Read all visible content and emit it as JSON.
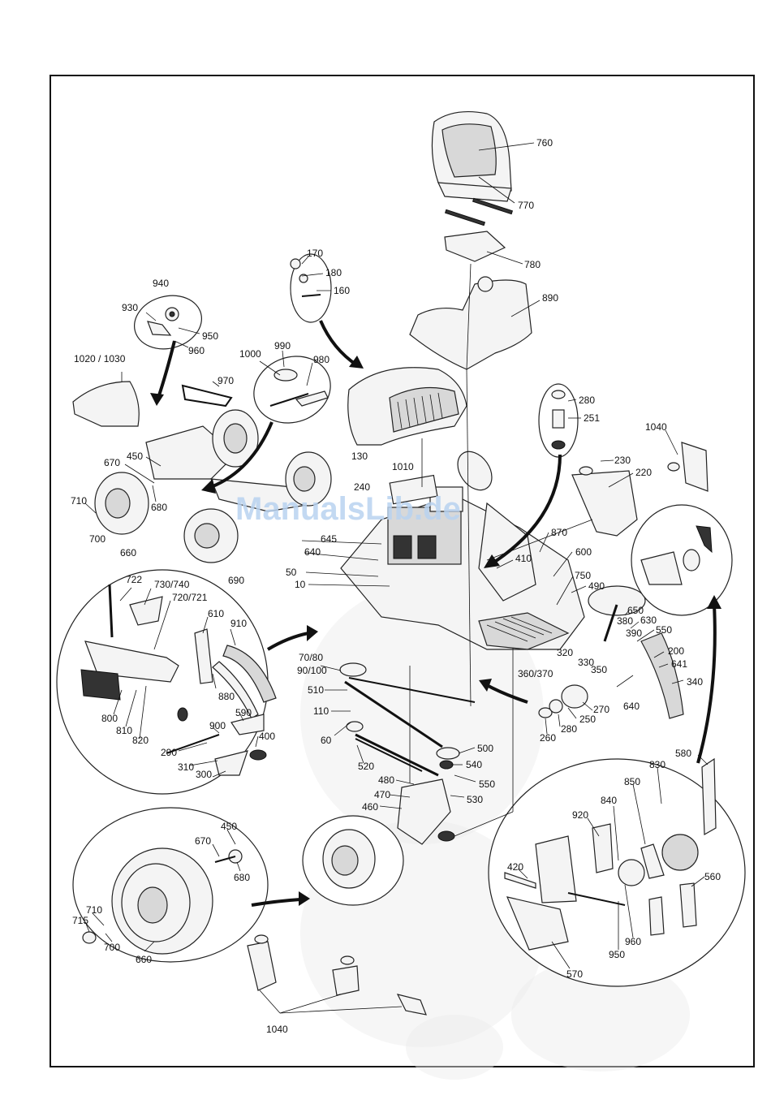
{
  "watermark": "ManualsLib.de",
  "colors": {
    "watermark": "#b9d3f0",
    "ink": "#111111",
    "ghost": "#ececec"
  },
  "labels": {
    "l760": "760",
    "l770": "770",
    "l780": "780",
    "l890": "890",
    "l170": "170",
    "l180": "180",
    "l160": "160",
    "l940": "940",
    "l930": "930",
    "l950": "950",
    "l960": "960",
    "l1000": "1000",
    "l990": "990",
    "l980": "980",
    "l1020_1030": "1020 / 1030",
    "l970": "970",
    "l130": "130",
    "l1010": "1010",
    "l240": "240",
    "l280": "280",
    "l251": "251",
    "l1040a": "1040",
    "l230": "230",
    "l220": "220",
    "l450": "450",
    "l670": "670",
    "l680": "680",
    "l710": "710",
    "l700": "700",
    "l660": "660",
    "l690": "690",
    "l645": "645",
    "l640": "640",
    "l50": "50",
    "l10": "10",
    "l870": "870",
    "l600": "600",
    "l410": "410",
    "l750": "750",
    "l490": "490",
    "l650": "650",
    "l630": "630",
    "l380": "380",
    "l390": "390",
    "l550": "550",
    "l200": "200",
    "l641": "641",
    "l340": "340",
    "l320": "320",
    "l330": "330",
    "l350": "350",
    "l360_370": "360/370",
    "l270": "270",
    "l250": "250",
    "l640b": "640",
    "l260": "260",
    "l280b": "280",
    "l722": "722",
    "l730_740": "730/740",
    "l720_721": "720/721",
    "l610": "610",
    "l910": "910",
    "l880": "880",
    "l590": "590",
    "l900": "900",
    "l400": "400",
    "l290": "290",
    "l310": "310",
    "l300": "300",
    "l800": "800",
    "l810": "810",
    "l820": "820",
    "l70_80": "70/80",
    "l90_100": "90/100",
    "l510": "510",
    "l110": "110",
    "l60": "60",
    "l500": "500",
    "l540": "540",
    "l550b": "550",
    "l520": "520",
    "l480": "480",
    "l470": "470",
    "l530": "530",
    "l460": "460",
    "l580": "580",
    "l830": "830",
    "l850": "850",
    "l840": "840",
    "l920": "920",
    "l420": "420",
    "l560": "560",
    "l960b": "960",
    "l950b": "950",
    "l570": "570",
    "l450b": "450",
    "l670b": "670",
    "l680b": "680",
    "l710b": "710",
    "l715": "715",
    "l700b": "700",
    "l660b": "660",
    "l1040b": "1040"
  }
}
